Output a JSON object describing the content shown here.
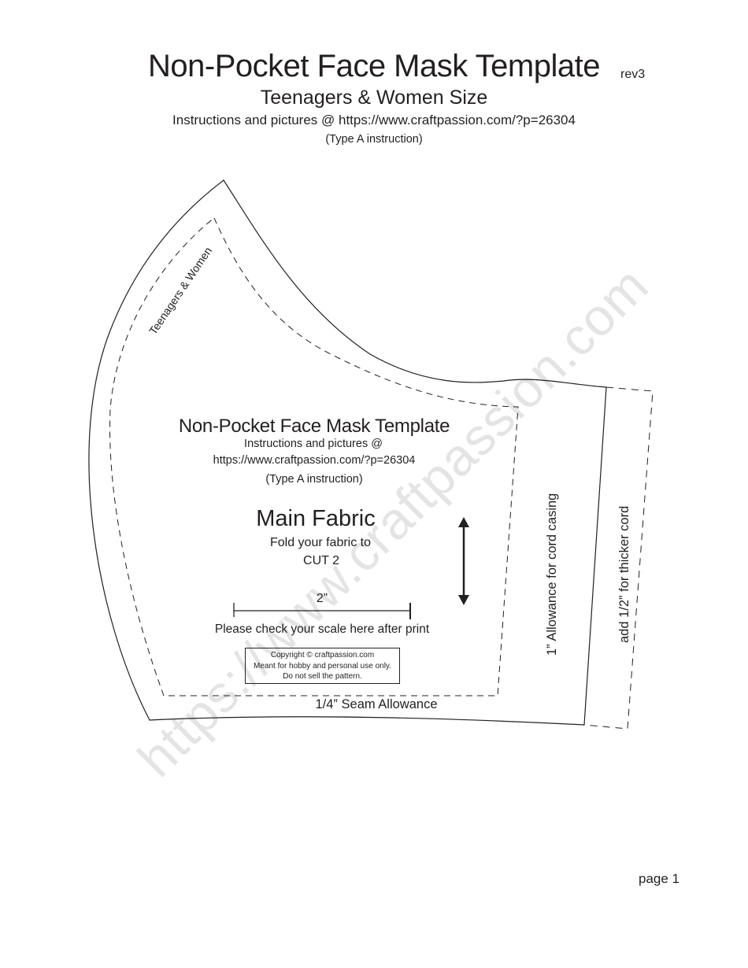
{
  "header": {
    "title": "Non-Pocket Face Mask Template",
    "revision": "rev3",
    "subtitle": "Teenagers & Women Size",
    "instructions": "Instructions and pictures @ https://www.craftpassion.com/?p=26304",
    "type_note": "(Type A  instruction)"
  },
  "watermark": {
    "text": "https://www.craftpassion.com",
    "color": "#e4e4e4"
  },
  "pattern": {
    "size_label": "Teenagers & Women",
    "inner_title": "Non-Pocket Face Mask Template",
    "inner_instructions_line1": "Instructions and pictures @",
    "inner_instructions_line2": "https://www.craftpassion.com/?p=26304",
    "inner_type_note": "(Type A  instruction)",
    "piece_name": "Main Fabric",
    "fold_note": "Fold your fabric to",
    "cut_note": "CUT 2",
    "grainline_icon": "double-arrow-vertical",
    "scale": {
      "label": "2”",
      "note": "Please check your scale here after print"
    },
    "copyright": {
      "line1": "Copyright © craftpassion.com",
      "line2": "Meant for hobby and personal use only.",
      "line3": "Do not sell the pattern."
    },
    "seam_allowance": "1/4” Seam Allowance",
    "cord_casing": "1” Allowance for cord casing",
    "thicker_cord": "add 1/2” for thicker cord"
  },
  "footer": {
    "page": "page 1"
  },
  "colors": {
    "ink": "#231f20",
    "background": "#ffffff"
  }
}
